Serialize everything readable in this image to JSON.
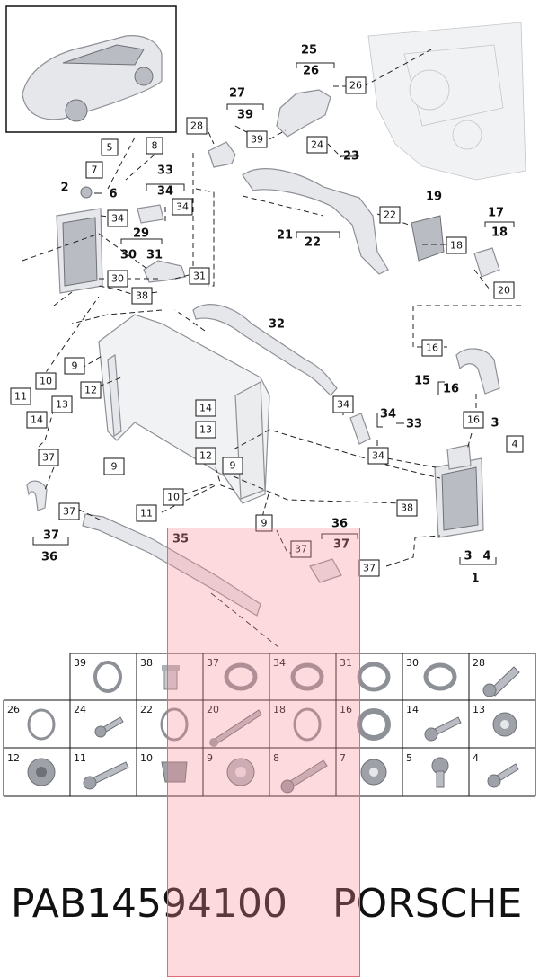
{
  "colors": {
    "overlay": "#f58c96",
    "line": "#222222",
    "part": "#e6e7ea"
  },
  "boxed_labels": [
    "5",
    "8",
    "7",
    "34",
    "34",
    "30",
    "31",
    "38",
    "28",
    "39",
    "26",
    "24",
    "22",
    "18",
    "20",
    "16",
    "9",
    "10",
    "11",
    "12",
    "14",
    "13",
    "9",
    "12",
    "14",
    "13",
    "10",
    "11",
    "9",
    "37",
    "37",
    "38",
    "34",
    "34",
    "16",
    "4",
    "37"
  ],
  "bold_labels": [
    "2",
    "6",
    "33",
    "34",
    "29",
    "30",
    "31",
    "27",
    "39",
    "25",
    "26",
    "23",
    "21",
    "22",
    "19",
    "17",
    "18",
    "15",
    "16",
    "32",
    "3",
    "34",
    "33",
    "3",
    "4",
    "1",
    "36",
    "37",
    "37",
    "36",
    "35"
  ],
  "parts_grid": {
    "row1": [
      "39",
      "38",
      "37",
      "34",
      "31",
      "30",
      "28"
    ],
    "row2": [
      "26",
      "24",
      "22",
      "20",
      "18",
      "16",
      "14",
      "13"
    ],
    "row3": [
      "12",
      "11",
      "10",
      "9",
      "8",
      "7",
      "5",
      "4"
    ]
  },
  "footer": {
    "code": "PAB14594100",
    "brand": "PORSCHE"
  }
}
